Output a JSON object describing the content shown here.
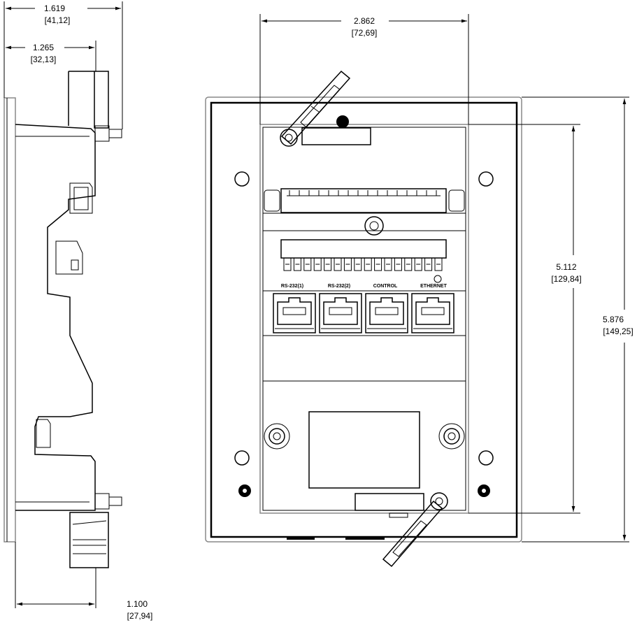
{
  "dimensions": {
    "side_overall": {
      "inch": "1.619",
      "mm": "[41,12]"
    },
    "side_body": {
      "inch": "1.265",
      "mm": "[32,13]"
    },
    "side_base": {
      "inch": "1.100",
      "mm": "[27,94]"
    },
    "front_width": {
      "inch": "2.862",
      "mm": "[72,69]"
    },
    "front_inner_height": {
      "inch": "5.112",
      "mm": "[129,84]"
    },
    "front_outer_height": {
      "inch": "5.876",
      "mm": "[149,25]"
    }
  },
  "ports": {
    "labels": [
      "RS-232(1)",
      "RS-232(2)",
      "CONTROL",
      "ETHERNET"
    ]
  }
}
